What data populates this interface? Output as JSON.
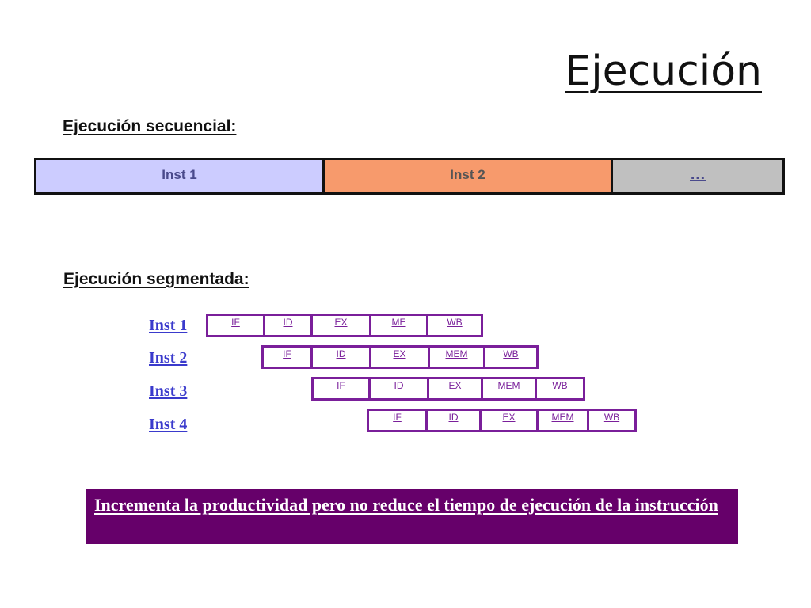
{
  "title": "Ejecución",
  "sequential": {
    "heading": "Ejecución secuencial:",
    "cells": [
      "Inst 1",
      "Inst 2",
      "…"
    ]
  },
  "segmented": {
    "heading": "Ejecución segmentada:",
    "rows": [
      {
        "label": "Inst 1",
        "stages": [
          "IF",
          "ID",
          "EX",
          "ME",
          "WB"
        ]
      },
      {
        "label": "Inst 2",
        "stages": [
          "IF",
          "ID",
          "EX",
          "MEM",
          "WB"
        ]
      },
      {
        "label": "Inst 3",
        "stages": [
          "IF",
          "ID",
          "EX",
          "MEM",
          "WB"
        ]
      },
      {
        "label": "Inst 4",
        "stages": [
          "IF",
          "ID",
          "EX",
          "MEM",
          "WB"
        ]
      }
    ]
  },
  "note": "Incrementa la productividad pero no reduce el tiempo de ejecución de la instrucción",
  "colors": {
    "inst1_cell": "#ccccff",
    "inst2_cell": "#f79a6c",
    "ellipsis_cell": "#c0c0c0",
    "pipeline_border": "#7a1f9a",
    "note_background": "#66006a"
  }
}
